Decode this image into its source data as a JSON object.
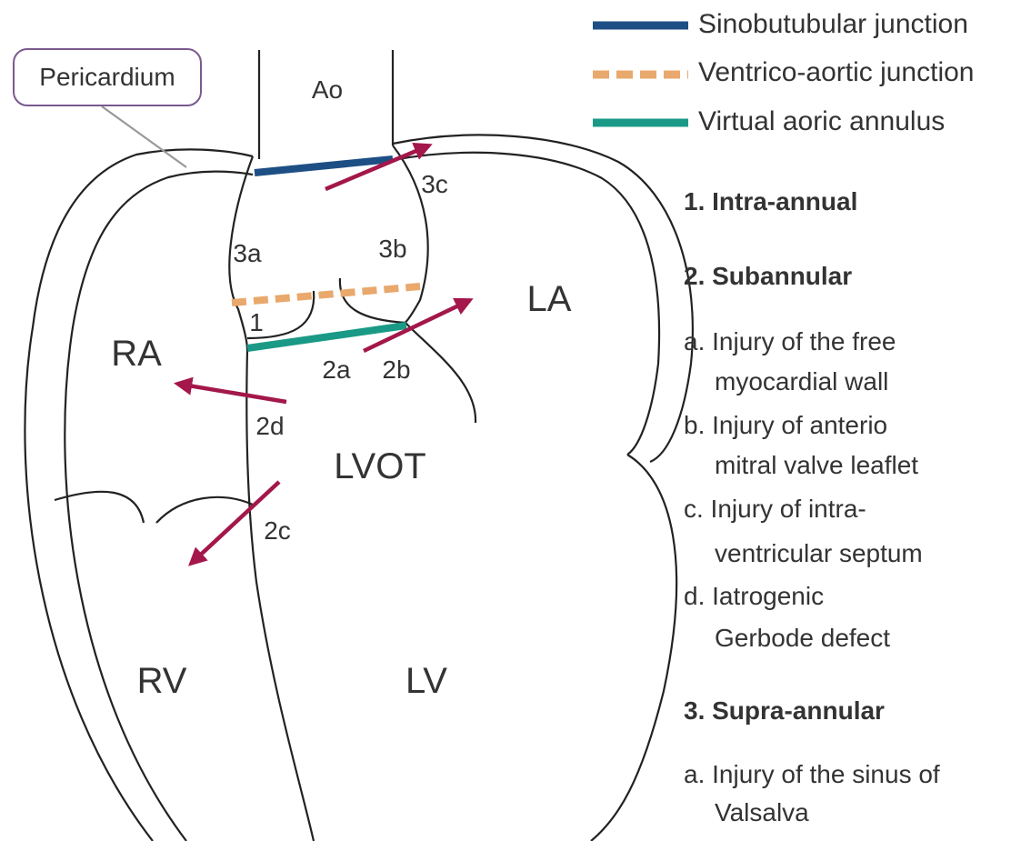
{
  "legend": [
    {
      "label": "Sinobutubular junction",
      "color": "#1d4f85",
      "style": "solid"
    },
    {
      "label": "Ventrico-aortic junction",
      "color": "#e9a86c",
      "style": "dashed"
    },
    {
      "label": "Virtual aoric annulus",
      "color": "#1a9a86",
      "style": "solid"
    }
  ],
  "diagram": {
    "pericardium": "Pericardium",
    "regions": {
      "ao": "Ao",
      "la": "LA",
      "ra": "RA",
      "lvot": "LVOT",
      "rv": "RV",
      "lv": "LV"
    },
    "sites": {
      "s1": "1",
      "s2a": "2a",
      "s2b": "2b",
      "s2c": "2c",
      "s2d": "2d",
      "s3a": "3a",
      "s3b": "3b",
      "s3c": "3c"
    },
    "arrow_color": "#a3174a"
  },
  "list": {
    "h1": "1. Intra-annual",
    "h2": "2. Subannular",
    "a_line1": "a. Injury of the free",
    "a_line2": "myocardial wall",
    "b_line1": "b. Injury of anterio",
    "b_line2": "mitral valve leaflet",
    "c_line1": "c. Injury of intra-",
    "c_line2": "ventricular septum",
    "d_line1": "d. Iatrogenic",
    "d_line2": "Gerbode defect",
    "h3": "3. Supra-annular",
    "sa_line1": "a. Injury of the sinus of",
    "sa_line2": "Valsalva"
  }
}
